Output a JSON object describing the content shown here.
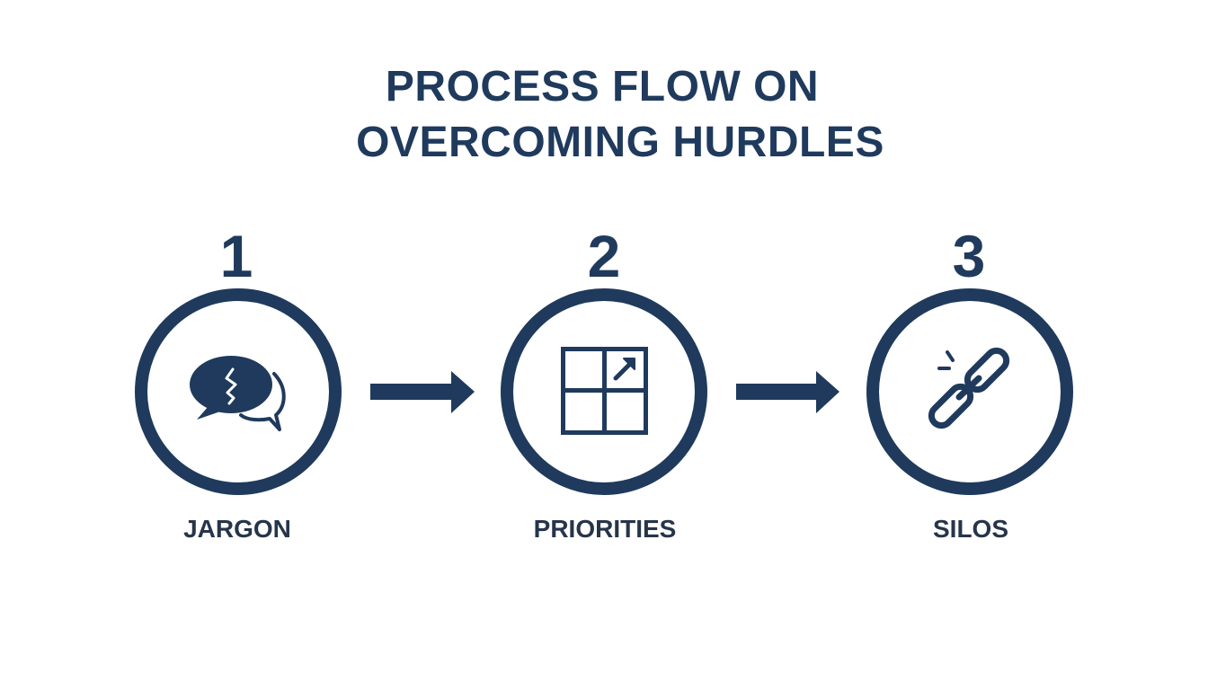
{
  "title": {
    "line1": "PROCESS FLOW ON",
    "line2": "OVERCOMING HURDLES"
  },
  "colors": {
    "primary": "#1f3a5c",
    "label": "#26354a",
    "background": "#ffffff"
  },
  "steps": [
    {
      "number": "1",
      "label": "JARGON",
      "icon": "speech-bubbles-lightning-icon"
    },
    {
      "number": "2",
      "label": "PRIORITIES",
      "icon": "grid-matrix-arrow-icon"
    },
    {
      "number": "3",
      "label": "SILOS",
      "icon": "broken-chain-link-icon"
    }
  ],
  "connectors": [
    {
      "from": "1",
      "to": "2",
      "icon": "arrow-right-icon"
    },
    {
      "from": "2",
      "to": "3",
      "icon": "arrow-right-icon"
    }
  ]
}
